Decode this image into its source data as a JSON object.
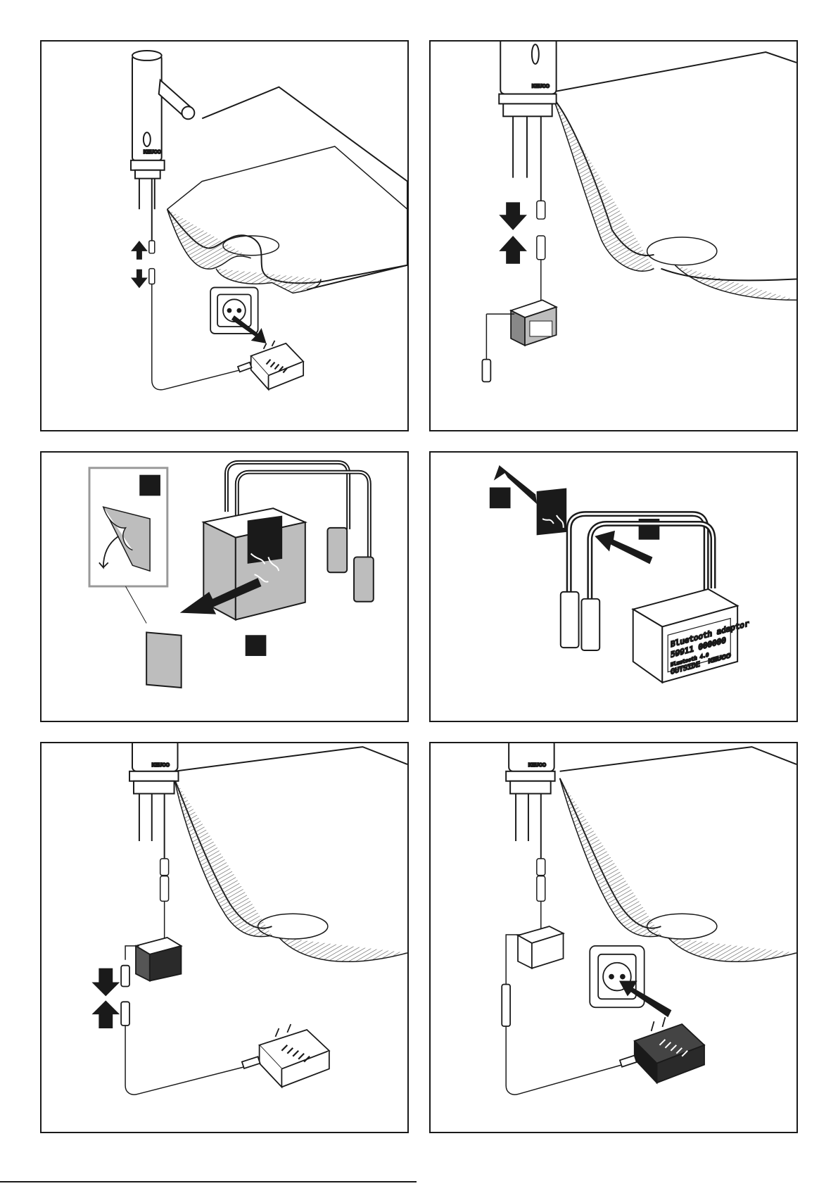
{
  "brand": {
    "logo_text": "KEUCO"
  },
  "adapter_label": {
    "line1": "Bluetooth adaptor",
    "line2": "59911 000000",
    "line3": "Bluetooth 4.0",
    "line4": "OUTSIDE",
    "logo": "KEUCO"
  },
  "colors": {
    "ink": "#1a1a1a",
    "fill_gray": "#bdbdbd",
    "dark_fill": "#2a2a2a",
    "hatch": "#555555"
  }
}
